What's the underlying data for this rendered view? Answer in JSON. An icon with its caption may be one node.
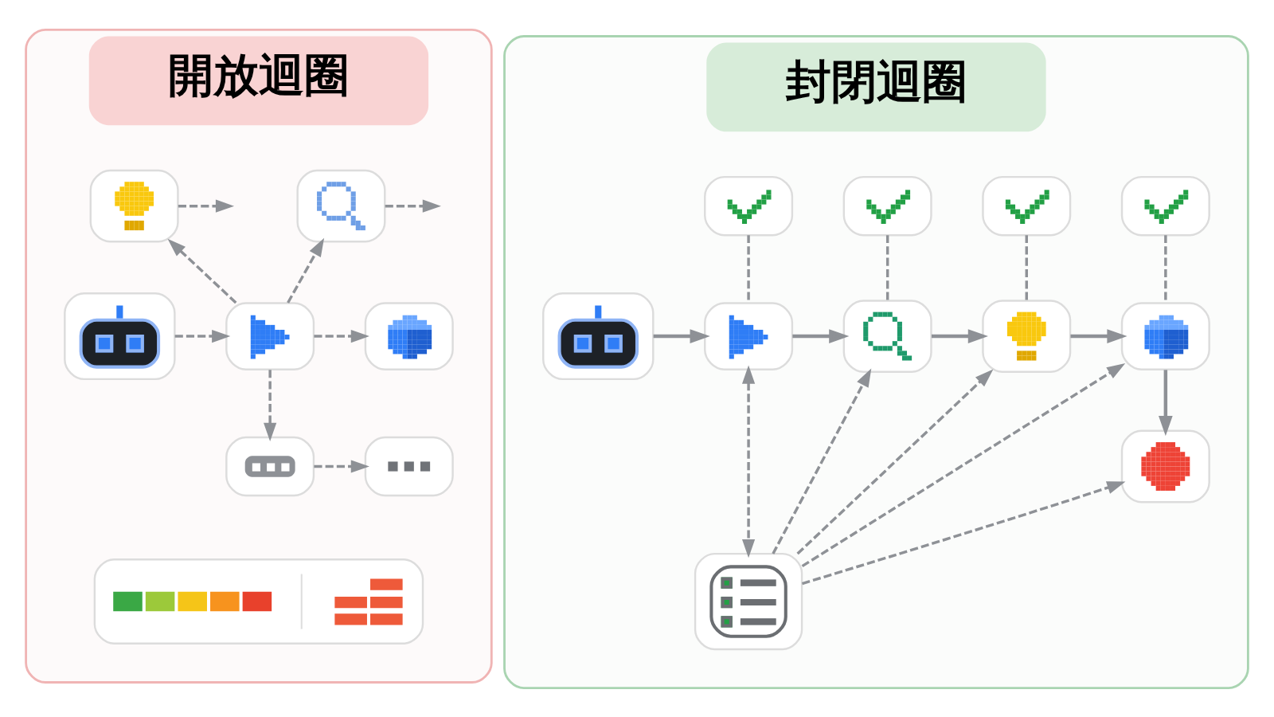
{
  "diagram": {
    "nodes": [
      {
        "text": [
          "開放迴圈"
        ]
      },
      {
        "text": [],
        "shape": "picture",
        "in": 0
      },
      {
        "text": [],
        "shape": "picture",
        "in": 0
      },
      {
        "text": [],
        "shape": "picture",
        "in": 0
      },
      {
        "text": [],
        "shape": "picture",
        "in": 0
      },
      {
        "text": [],
        "shape": "picture",
        "in": 0
      },
      {
        "text": [],
        "shape": "picture",
        "in": 0
      },
      {
        "text": [],
        "shape": "picture",
        "in": 0
      },
      {
        "text": [],
        "shape": "picture",
        "in": 0
      },
      {
        "text": [
          "封閉迴圈"
        ]
      },
      {
        "text": [],
        "shape": "picture",
        "in": 9
      },
      {
        "text": [],
        "shape": "picture",
        "in": 9
      },
      {
        "text": [],
        "shape": "picture",
        "in": 9
      },
      {
        "text": [],
        "shape": "picture",
        "in": 9
      },
      {
        "text": [],
        "shape": "picture",
        "in": 9
      },
      {
        "text": [],
        "shape": "picture",
        "in": 9
      },
      {
        "text": [],
        "shape": "picture",
        "in": 9
      },
      {
        "text": [],
        "shape": "picture",
        "in": 9
      },
      {
        "text": [],
        "shape": "picture",
        "in": 9
      },
      {
        "text": [],
        "shape": "picture",
        "in": 9
      },
      {
        "text": [],
        "shape": "picture",
        "in": 9
      }
    ],
    "edges": [
      {
        "from": 1,
        "to": 2,
        "arrow": "to",
        "style": "dashed"
      },
      {
        "from": 2,
        "to": 3,
        "arrow": "to",
        "style": "dashed"
      },
      {
        "from": 2,
        "to": 4,
        "arrow": "to",
        "style": "dashed"
      },
      {
        "from": 2,
        "to": 5,
        "arrow": "to",
        "style": "dashed"
      },
      {
        "from": 2,
        "to": 6,
        "arrow": "to",
        "style": "dashed"
      },
      {
        "from": 3,
        "to": null,
        "arrow": "to",
        "style": "dashed"
      },
      {
        "from": 4,
        "to": null,
        "arrow": "to",
        "style": "dashed"
      },
      {
        "from": 6,
        "to": 7,
        "arrow": "to",
        "style": "dashed"
      },
      {
        "from": 14,
        "to": 15,
        "arrow": "to"
      },
      {
        "from": 15,
        "to": 16,
        "arrow": "to"
      },
      {
        "from": 16,
        "to": 17,
        "arrow": "to"
      },
      {
        "from": 17,
        "to": 18,
        "arrow": "to"
      },
      {
        "from": 18,
        "to": 19,
        "arrow": "to"
      },
      {
        "from": 10,
        "to": 15,
        "arrow": "none",
        "style": "dashed"
      },
      {
        "from": 11,
        "to": 16,
        "arrow": "none",
        "style": "dashed"
      },
      {
        "from": 12,
        "to": 17,
        "arrow": "none",
        "style": "dashed"
      },
      {
        "from": 13,
        "to": 18,
        "arrow": "none",
        "style": "dashed"
      },
      {
        "from": 15,
        "to": 20,
        "arrow": "both",
        "style": "dashed"
      },
      {
        "from": 20,
        "to": 16,
        "arrow": "to",
        "style": "dashed"
      },
      {
        "from": 20,
        "to": 17,
        "arrow": "to",
        "style": "dashed"
      },
      {
        "from": 20,
        "to": 18,
        "arrow": "to",
        "style": "dashed"
      },
      {
        "from": 20,
        "to": 19,
        "arrow": "to",
        "style": "dashed"
      }
    ]
  }
}
